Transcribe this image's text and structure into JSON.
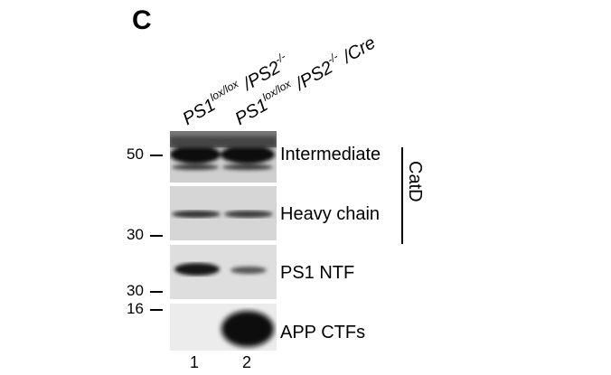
{
  "figure": {
    "panel_letter": "C",
    "lanes": [
      {
        "number": "1",
        "genotype_parts": [
          "PS1",
          "lox/lox",
          " /PS2",
          "-/-",
          ""
        ]
      },
      {
        "number": "2",
        "genotype_parts": [
          "PS1",
          "lox/lox",
          " /PS2",
          "-/-",
          " /Cre"
        ]
      }
    ],
    "markers": [
      "50",
      "30",
      "30",
      "16"
    ],
    "bands": [
      {
        "label": "Intermediate"
      },
      {
        "label": "Heavy chain"
      },
      {
        "label": "PS1 NTF"
      },
      {
        "label": "APP CTFs"
      }
    ],
    "bracket_label": "CatD"
  }
}
